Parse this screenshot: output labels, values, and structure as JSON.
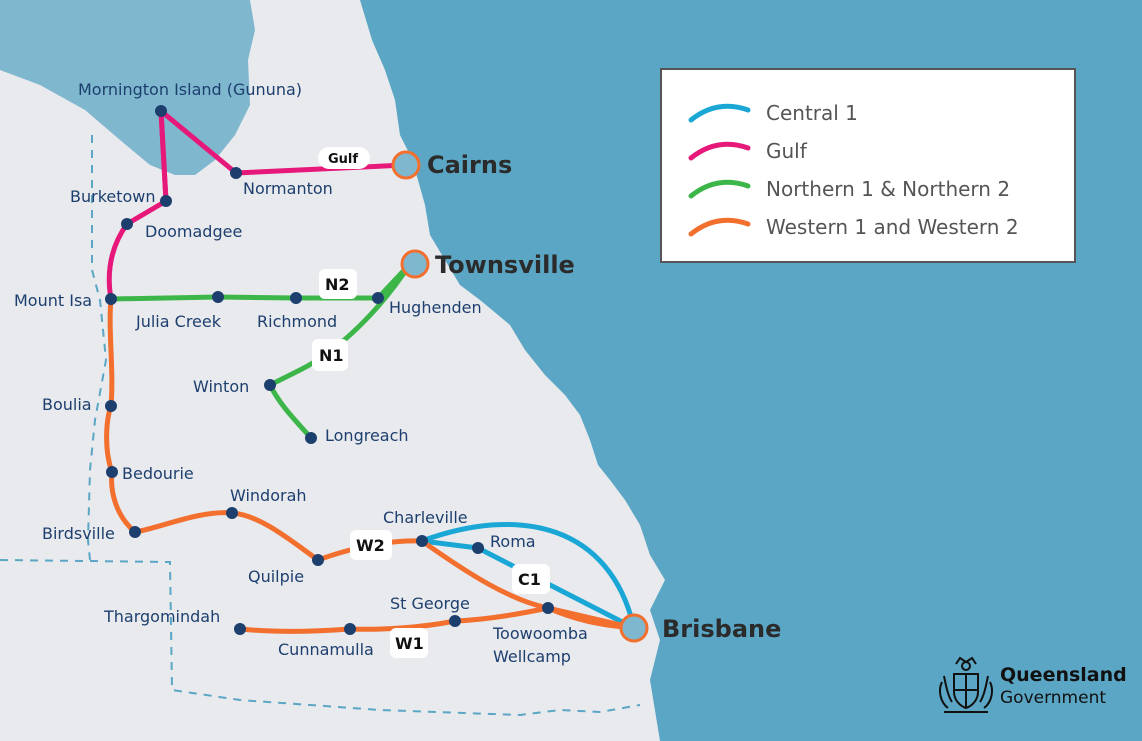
{
  "map": {
    "colors": {
      "sea": "#5aa6c4",
      "land": "#e9eaee",
      "central": "#1aa7d6",
      "gulf": "#e6197a",
      "northern": "#3db649",
      "western": "#f26f2e",
      "town_dot": "#1d3f6e"
    },
    "hubs": {
      "cairns": "Cairns",
      "townsville": "Townsville",
      "brisbane": "Brisbane"
    },
    "towns": {
      "mornington": "Mornington Island (Gununa)",
      "normanton": "Normanton",
      "burketown": "Burketown",
      "doomadgee": "Doomadgee",
      "mount_isa": "Mount Isa",
      "julia_creek": "Julia Creek",
      "richmond": "Richmond",
      "hughenden": "Hughenden",
      "winton": "Winton",
      "longreach": "Longreach",
      "boulia": "Boulia",
      "bedourie": "Bedourie",
      "birdsville": "Birdsville",
      "windorah": "Windorah",
      "quilpie": "Quilpie",
      "charleville": "Charleville",
      "roma": "Roma",
      "st_george": "St George",
      "thargomindah": "Thargomindah",
      "cunnamulla": "Cunnamulla",
      "toowoomba_1": "Toowoomba",
      "toowoomba_2": "Wellcamp"
    },
    "route_tags": {
      "gulf": "Gulf",
      "n2": "N2",
      "n1": "N1",
      "w2": "W2",
      "c1": "C1",
      "w1": "W1"
    }
  },
  "legend": {
    "items": [
      {
        "label": "Central 1",
        "color": "#1aa7d6"
      },
      {
        "label": "Gulf",
        "color": "#e6197a"
      },
      {
        "label": "Northern 1 & Northern 2",
        "color": "#3db649"
      },
      {
        "label": "Western 1 and Western 2",
        "color": "#f26f2e"
      }
    ]
  },
  "logo": {
    "line1": "Queensland",
    "line2": "Government",
    "icon": "queensland-coat-of-arms"
  }
}
